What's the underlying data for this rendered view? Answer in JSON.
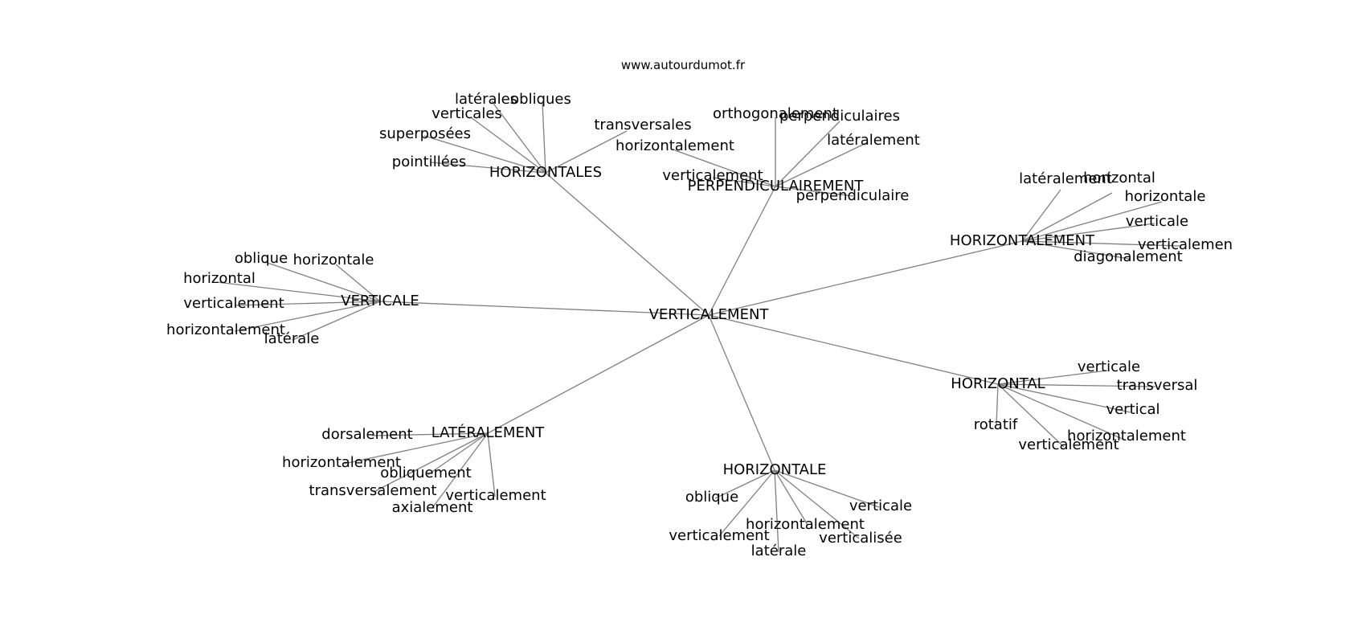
{
  "source_label": "www.autourdumot.fr",
  "colors": {
    "edge": "#808080",
    "text": "#000000",
    "background": "#ffffff"
  },
  "graph": {
    "root": "VERTICALEMENT",
    "branches": [
      {
        "hub": "HORIZONTALES",
        "leaves": [
          "latérales",
          "obliques",
          "verticales",
          "superposées",
          "pointillées",
          "transversales"
        ]
      },
      {
        "hub": "PERPENDICULAIREMENT",
        "leaves": [
          "orthogonalement",
          "perpendiculaires",
          "latéralement",
          "horizontalement",
          "verticalement",
          "perpendiculaire"
        ]
      },
      {
        "hub": "HORIZONTALEMENT",
        "leaves": [
          "latéralement",
          "horizontal",
          "horizontale",
          "verticale",
          "verticalemen",
          "diagonalement"
        ]
      },
      {
        "hub": "VERTICALE",
        "leaves": [
          "oblique",
          "horizontale",
          "horizontal",
          "verticalement",
          "horizontalement",
          "latérale"
        ]
      },
      {
        "hub": "HORIZONTAL",
        "leaves": [
          "verticale",
          "transversal",
          "vertical",
          "rotatif",
          "horizontalement",
          "verticalement"
        ]
      },
      {
        "hub": "LATÉRALEMENT",
        "leaves": [
          "dorsalement",
          "horizontalement",
          "obliquement",
          "transversalement",
          "axialement",
          "verticalement"
        ]
      },
      {
        "hub": "HORIZONTALE",
        "leaves": [
          "oblique",
          "verticale",
          "horizontalement",
          "verticalement",
          "verticalisée",
          "latérale"
        ]
      }
    ]
  }
}
